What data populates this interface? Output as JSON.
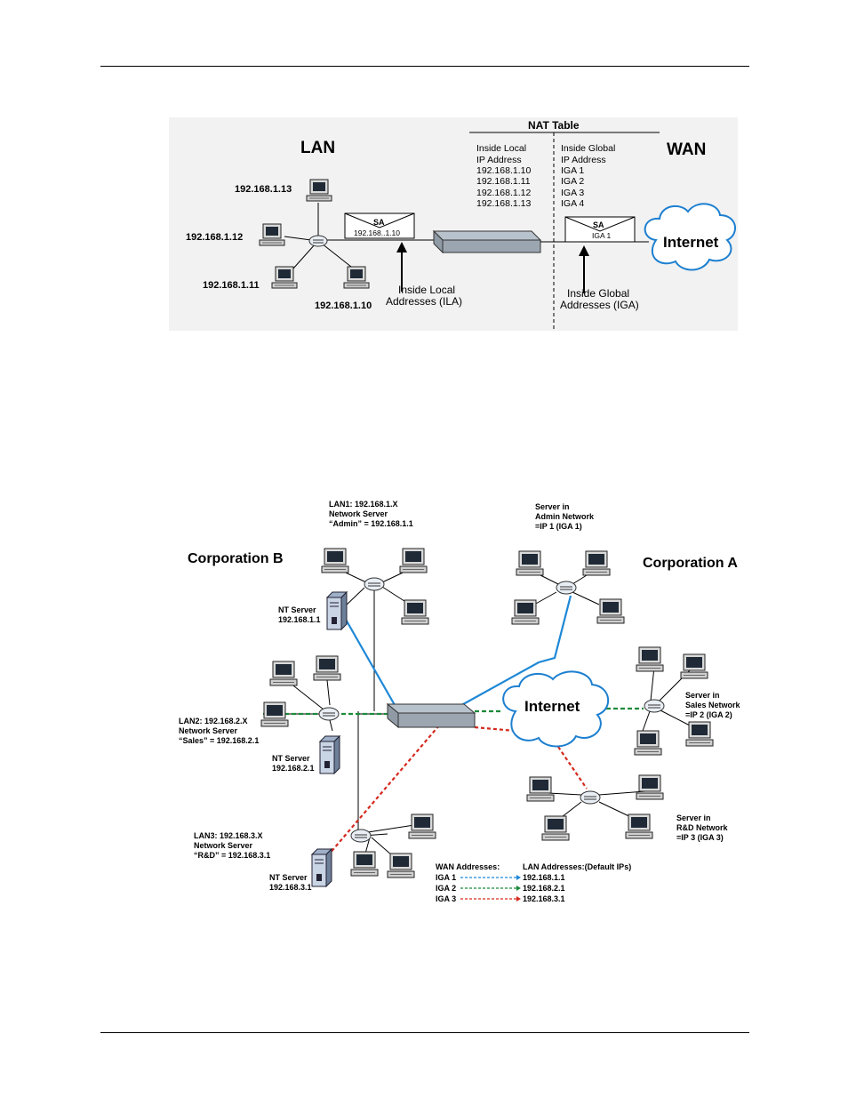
{
  "fig1": {
    "lan_label": "LAN",
    "wan_label": "WAN",
    "nat_table_title": "NAT Table",
    "ila_header": [
      "Inside Local",
      "IP Address"
    ],
    "iga_header": [
      "Inside Global",
      "IP Address"
    ],
    "ila_rows": [
      "192.168.1.10",
      "192.168.1.11",
      "192.168.1.12",
      "192.168.1.13"
    ],
    "iga_rows": [
      "IGA 1",
      "IGA 2",
      "IGA 3",
      "IGA 4"
    ],
    "host_13": "192.168.1.13",
    "host_12": "192.168.1.12",
    "host_11": "192.168.1.11",
    "host_10": "192.168.1.10",
    "packet_left_sa": "SA",
    "packet_left_addr": "192.168..1.10",
    "packet_right_sa": "SA",
    "packet_right_addr": "IGA 1",
    "ila_caption": [
      "Inside Local",
      "Addresses (ILA)"
    ],
    "iga_caption": [
      "Inside Global",
      "Addresses (IGA)"
    ],
    "internet": "Internet"
  },
  "fig2": {
    "corp_b": "Corporation B",
    "corp_a": "Corporation A",
    "internet": "Internet",
    "lan1": [
      "LAN1: 192.168.1.X",
      "Network Server",
      "“Admin” = 192.168.1.1"
    ],
    "lan2": [
      "LAN2: 192.168.2.X",
      "Network Server",
      "“Sales” = 192.168.2.1"
    ],
    "lan3": [
      "LAN3: 192.168.3.X",
      "Network Server",
      "“R&D” = 192.168.3.1"
    ],
    "nt1": [
      "NT Server",
      "192.168.1.1"
    ],
    "nt2": [
      "NT Server",
      "192.168.2.1"
    ],
    "nt3": [
      "NT Server",
      "192.168.3.1"
    ],
    "server_admin": [
      "Server in",
      "Admin Network",
      "=IP 1 (IGA 1)"
    ],
    "server_sales": [
      "Server in",
      "Sales Network",
      "=IP 2 (IGA 2)"
    ],
    "server_rd": [
      "Server in",
      "R&D Network",
      "=IP 3 (IGA 3)"
    ],
    "legend_wan_header": "WAN Addresses:",
    "legend_lan_header": "LAN Addresses:(Default IPs)",
    "legend_rows": [
      {
        "wan": "IGA 1",
        "lan": "192.168.1.1",
        "color": "#1e88d6"
      },
      {
        "wan": "IGA 2",
        "lan": "192.168.2.1",
        "color": "#1a8a3a"
      },
      {
        "wan": "IGA 3",
        "lan": "192.168.3.1",
        "color": "#d42a1e"
      }
    ],
    "link_colors": {
      "blue": "#1e88d6",
      "green": "#1a8a3a",
      "red": "#d42a1e"
    }
  }
}
